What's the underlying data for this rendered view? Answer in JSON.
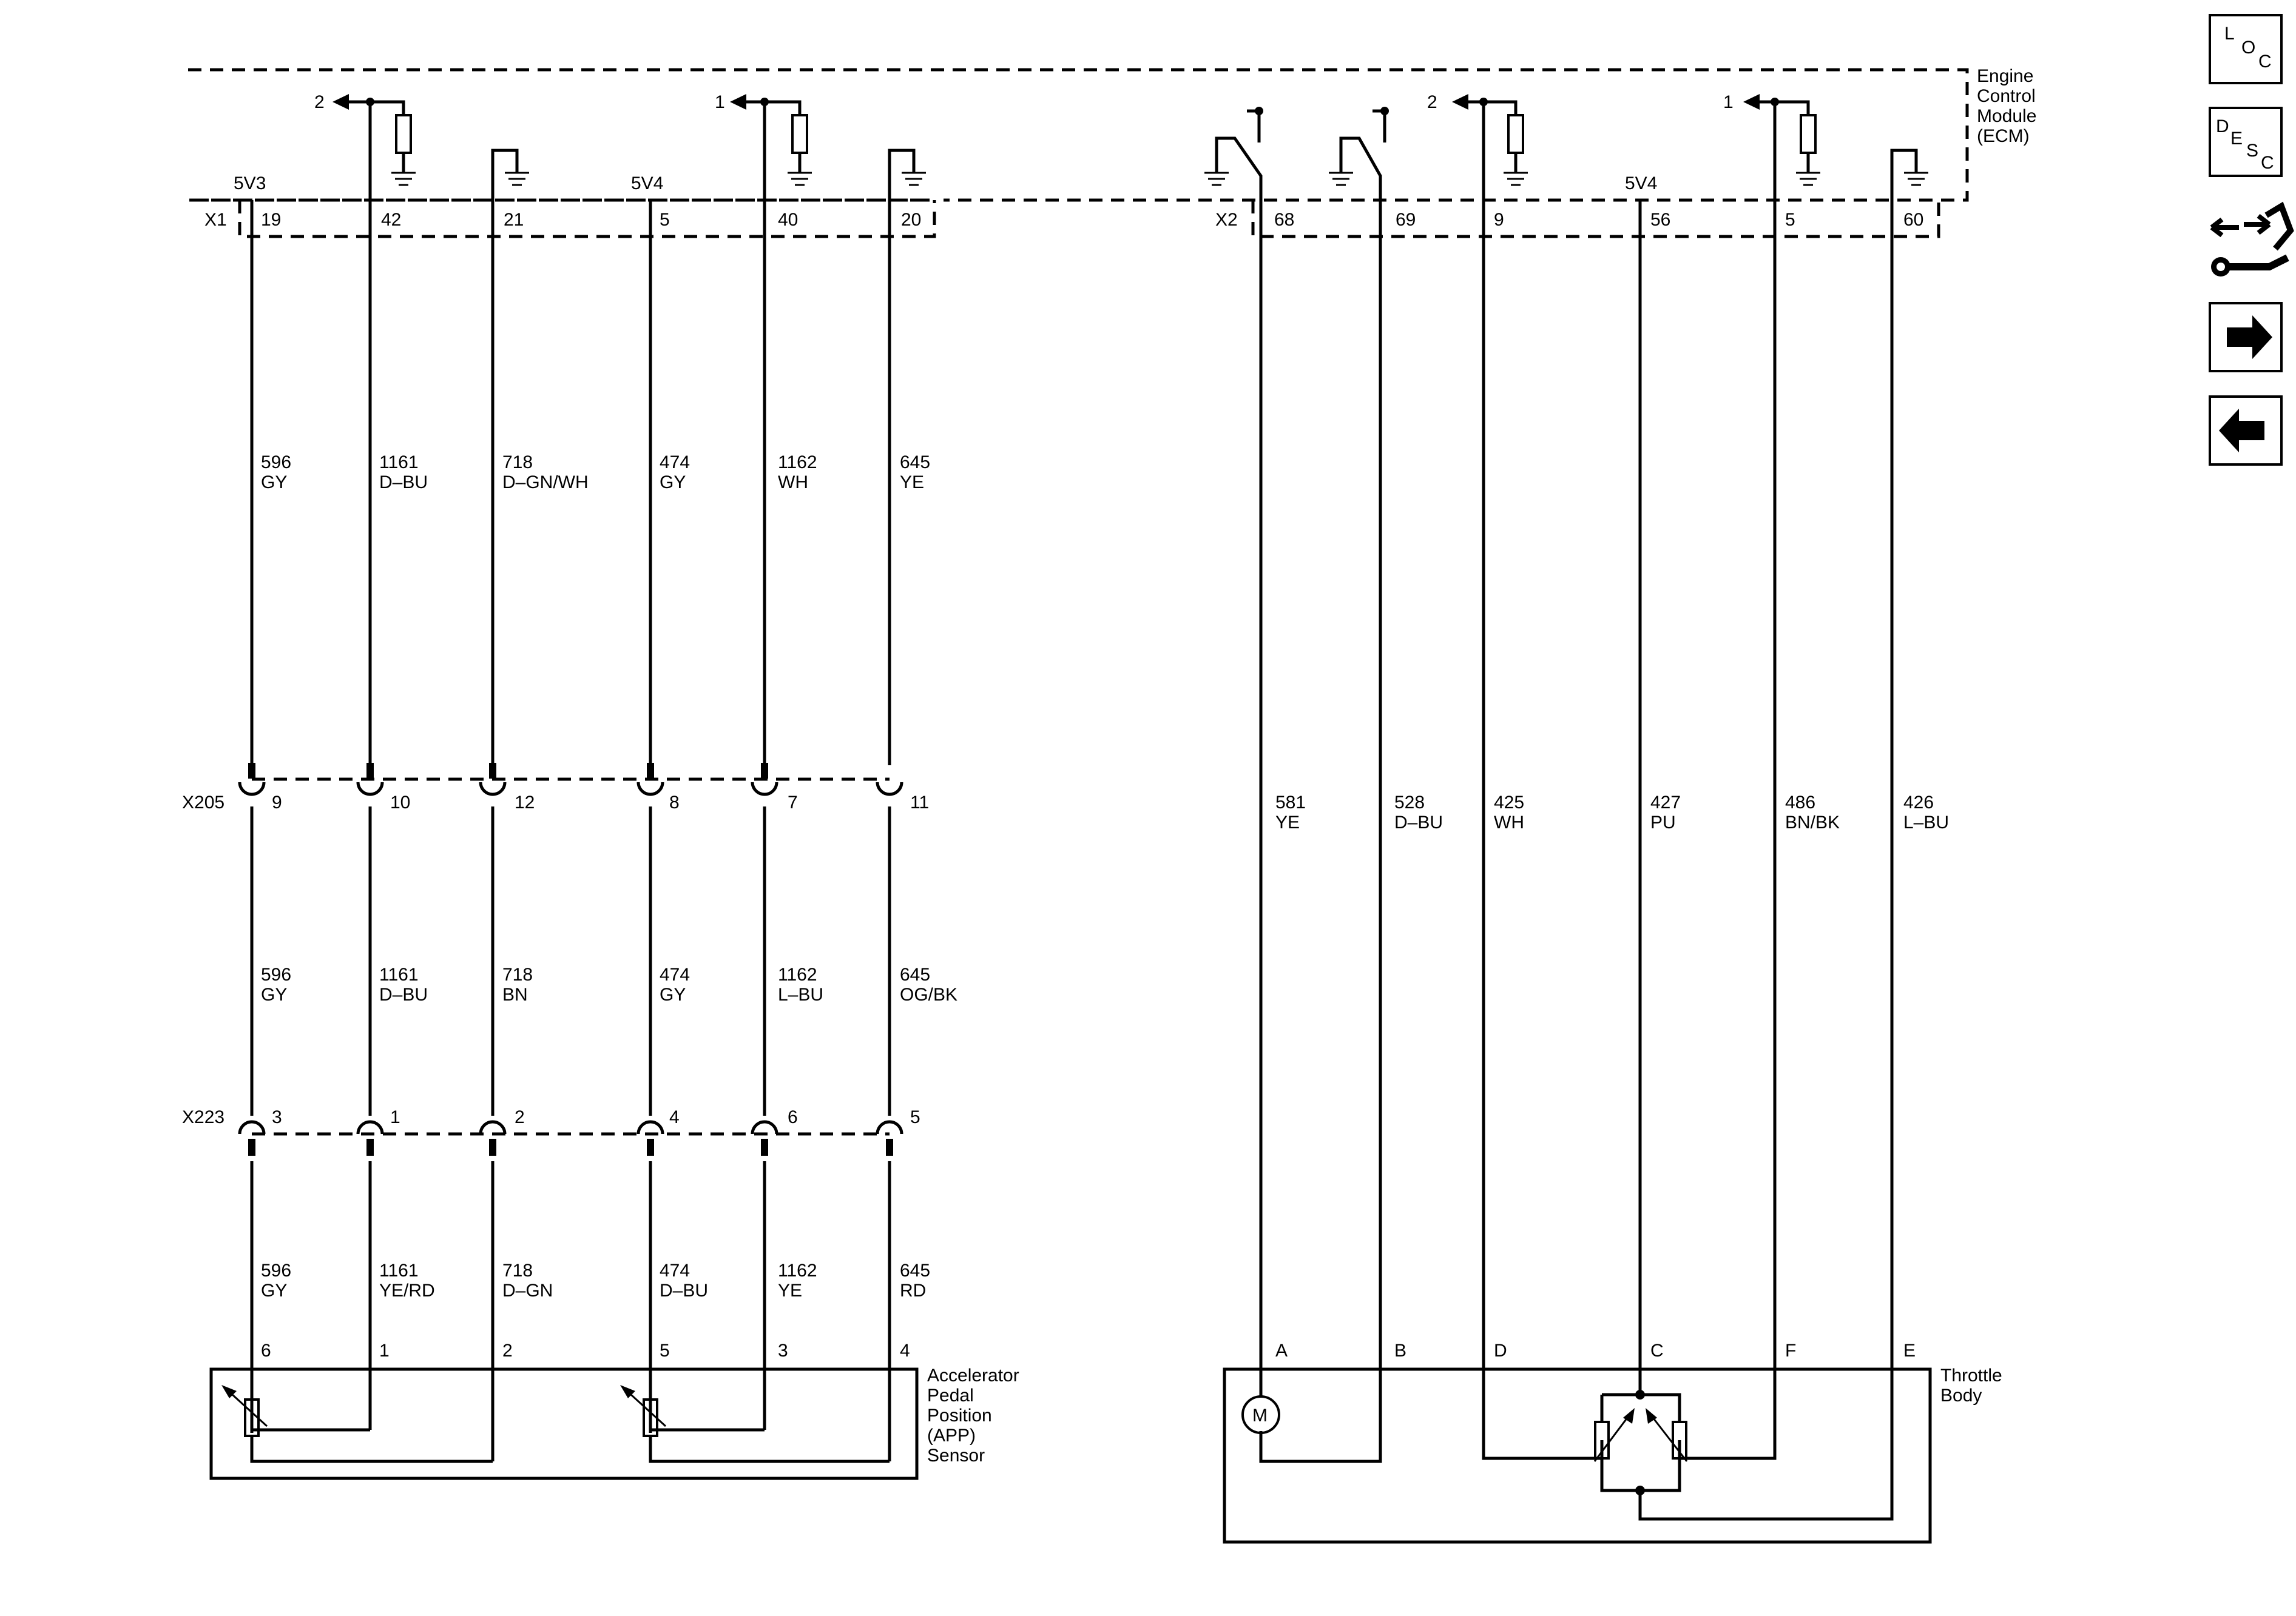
{
  "ecm": {
    "label_lines": [
      "Engine",
      "Control",
      "Module",
      "(ECM)"
    ],
    "supply_left": "5V3",
    "supply_mid": "5V4",
    "supply_right": "5V4",
    "ref_left_1": "2",
    "ref_left_2": "1",
    "ref_right_1": "2",
    "ref_right_2": "1"
  },
  "connectors": {
    "x1": {
      "name": "X1",
      "pins": [
        "19",
        "42",
        "21",
        "5",
        "40",
        "20"
      ]
    },
    "x2": {
      "name": "X2",
      "pins": [
        "68",
        "69",
        "9",
        "56",
        "5",
        "60"
      ]
    },
    "x205": {
      "name": "X205",
      "pins": [
        "9",
        "10",
        "12",
        "8",
        "7",
        "11"
      ]
    },
    "x223": {
      "name": "X223",
      "pins": [
        "3",
        "1",
        "2",
        "4",
        "6",
        "5"
      ]
    }
  },
  "wires": {
    "upper_left": [
      {
        "circuit": "596",
        "color": "GY"
      },
      {
        "circuit": "1161",
        "color": "D–BU"
      },
      {
        "circuit": "718",
        "color": "D–GN/WH"
      },
      {
        "circuit": "474",
        "color": "GY"
      },
      {
        "circuit": "1162",
        "color": "WH"
      },
      {
        "circuit": "645",
        "color": "YE"
      }
    ],
    "middle_left": [
      {
        "circuit": "596",
        "color": "GY"
      },
      {
        "circuit": "1161",
        "color": "D–BU"
      },
      {
        "circuit": "718",
        "color": "BN"
      },
      {
        "circuit": "474",
        "color": "GY"
      },
      {
        "circuit": "1162",
        "color": "L–BU"
      },
      {
        "circuit": "645",
        "color": "OG/BK"
      }
    ],
    "lower_left": [
      {
        "circuit": "596",
        "color": "GY"
      },
      {
        "circuit": "1161",
        "color": "YE/RD"
      },
      {
        "circuit": "718",
        "color": "D–GN"
      },
      {
        "circuit": "474",
        "color": "D–BU"
      },
      {
        "circuit": "1162",
        "color": "YE"
      },
      {
        "circuit": "645",
        "color": "RD"
      }
    ],
    "right": [
      {
        "circuit": "581",
        "color": "YE"
      },
      {
        "circuit": "528",
        "color": "D–BU"
      },
      {
        "circuit": "425",
        "color": "WH"
      },
      {
        "circuit": "427",
        "color": "PU"
      },
      {
        "circuit": "486",
        "color": "BN/BK"
      },
      {
        "circuit": "426",
        "color": "L–BU"
      }
    ]
  },
  "app_sensor": {
    "pins": [
      "6",
      "1",
      "2",
      "5",
      "3",
      "4"
    ],
    "label_lines": [
      "Accelerator",
      "Pedal",
      "Position",
      "(APP)",
      "Sensor"
    ]
  },
  "throttle_body": {
    "pins": [
      "A",
      "B",
      "D",
      "C",
      "F",
      "E"
    ],
    "label_lines": [
      "Throttle",
      "Body"
    ],
    "motor_symbol": "M"
  },
  "nav": {
    "loc": {
      "a": "L",
      "b": "O",
      "c": "C"
    },
    "desc": {
      "a": "D",
      "b": "E",
      "c": "S",
      "d": "C"
    },
    "icons": [
      "connector-repair-icon",
      "next-arrow-icon",
      "back-arrow-icon"
    ]
  }
}
